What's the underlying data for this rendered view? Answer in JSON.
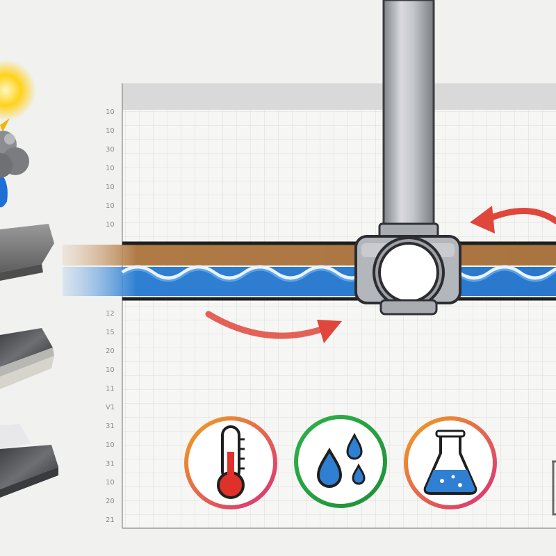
{
  "chart_panel": {
    "y_tick_labels_top": [
      "10",
      "10",
      "30",
      "10",
      "10",
      "10",
      "10"
    ],
    "y_tick_labels_bottom": [
      "12",
      "15",
      "20",
      "10",
      "11",
      "V1",
      "31",
      "10",
      "31",
      "10",
      "20",
      "21"
    ]
  },
  "icons": [
    {
      "name": "thermometer-icon",
      "ring_color": "#e8a020"
    },
    {
      "name": "water-drops-icon",
      "ring_color": "#2fa84a"
    },
    {
      "name": "flask-icon",
      "ring_color": "#e8a020"
    }
  ],
  "colors": {
    "water": "#2f7fd3",
    "soil": "#b07a45",
    "arrow": "#e0473c",
    "pipe": "#b9bcc0"
  }
}
